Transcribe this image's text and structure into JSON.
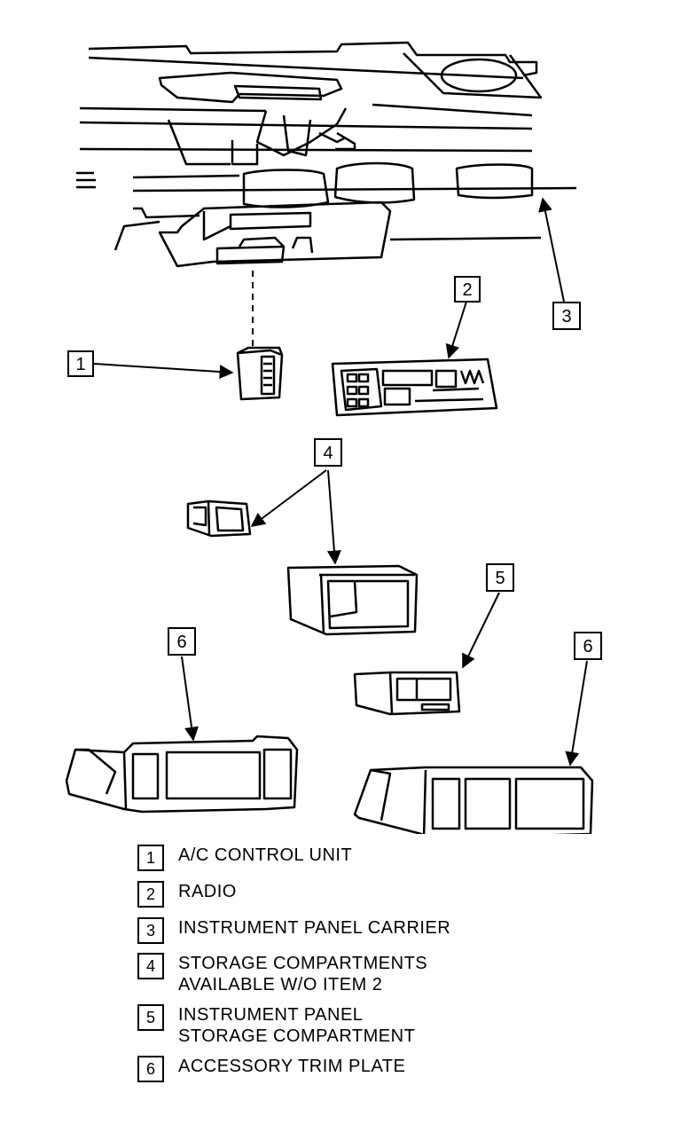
{
  "callouts": {
    "c1": "1",
    "c2": "2",
    "c3": "3",
    "c4": "4",
    "c5": "5",
    "c6a": "6",
    "c6b": "6"
  },
  "legend": [
    {
      "num": "1",
      "line1": "A/C CONTROL UNIT",
      "line2": ""
    },
    {
      "num": "2",
      "line1": "RADIO",
      "line2": ""
    },
    {
      "num": "3",
      "line1": "INSTRUMENT PANEL CARRIER",
      "line2": ""
    },
    {
      "num": "4",
      "line1": "STORAGE COMPARTMENTS",
      "line2": "AVAILABLE W/O ITEM 2"
    },
    {
      "num": "5",
      "line1": "INSTRUMENT PANEL",
      "line2": "STORAGE COMPARTMENT"
    },
    {
      "num": "6",
      "line1": "ACCESSORY TRIM PLATE",
      "line2": ""
    }
  ]
}
